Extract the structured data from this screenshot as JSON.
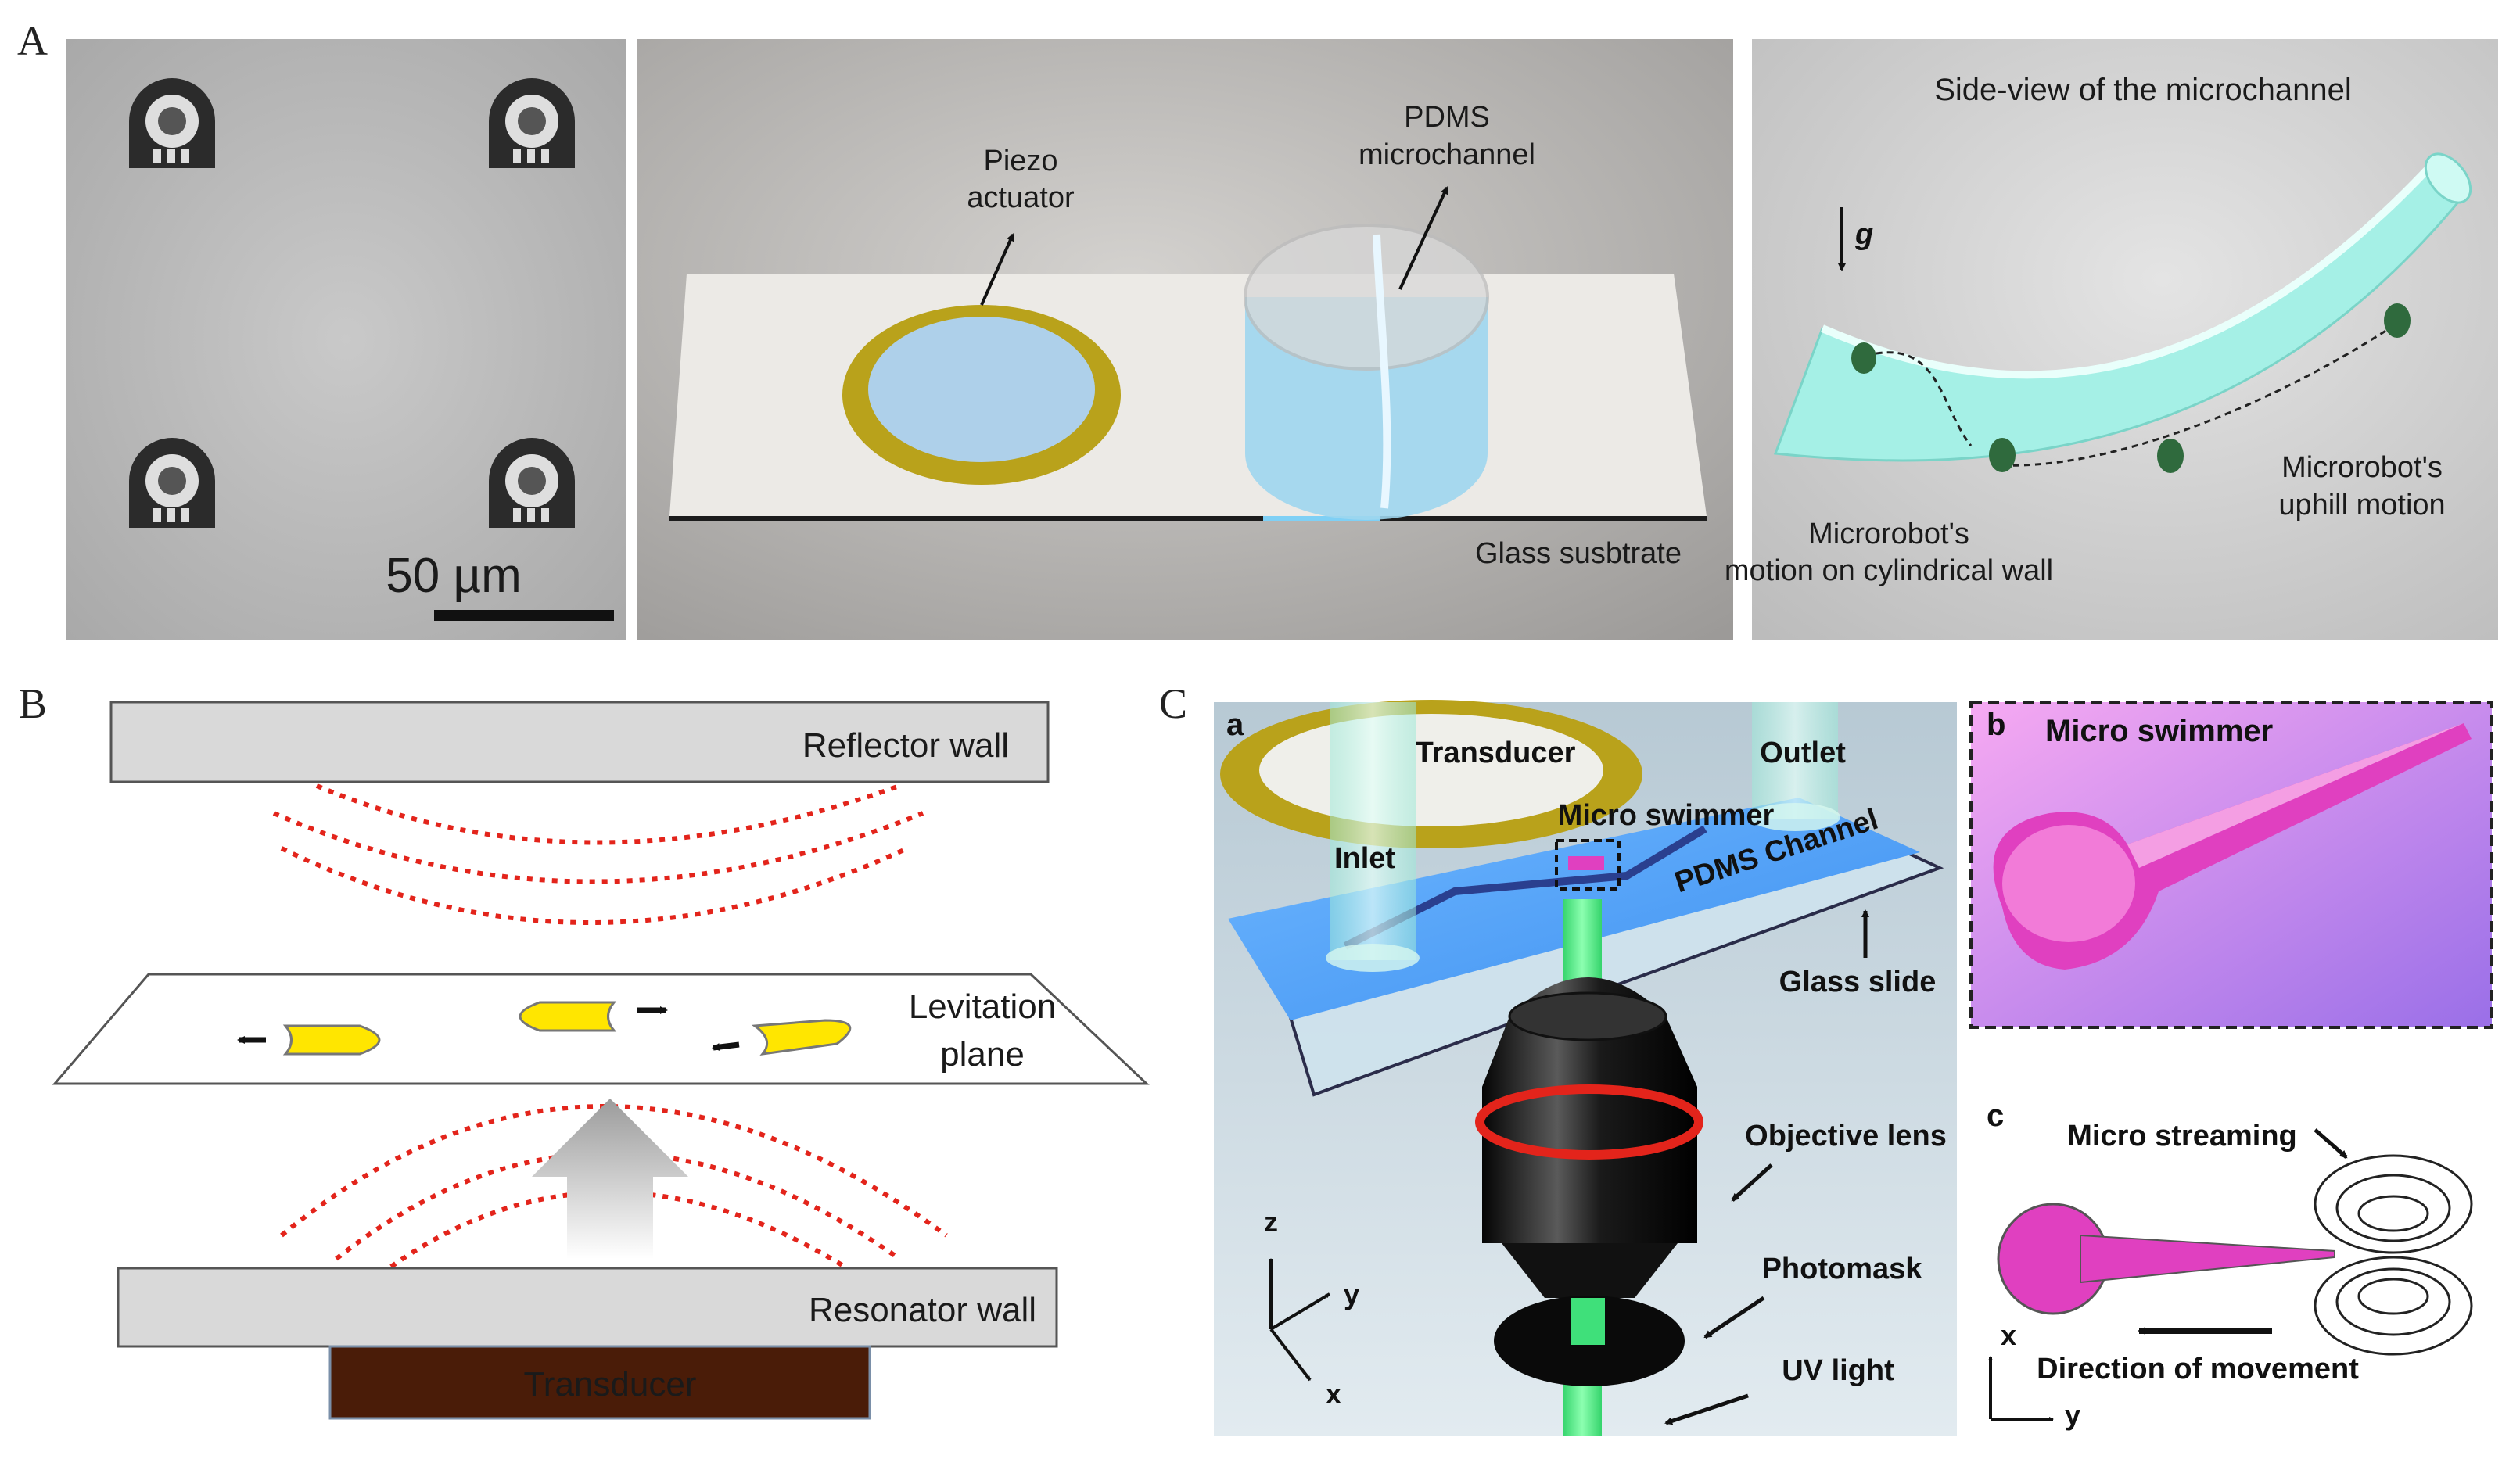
{
  "panel_letters": {
    "a": "A",
    "b": "B",
    "c": "C"
  },
  "panelA": {
    "scale_bar": "50 µm",
    "device": {
      "piezo": [
        "Piezo",
        "actuator"
      ],
      "pdms": [
        "PDMS",
        "microchannel"
      ],
      "glass": "Glass susbtrate"
    },
    "side": {
      "title": "Side-view of the microchannel",
      "gravity": "g",
      "motion_wall": [
        "Microrobot's",
        "motion on cylindrical wall"
      ],
      "motion_uphill": [
        "Microrobot's",
        "uphill motion"
      ]
    }
  },
  "panelB": {
    "reflector": "Reflector wall",
    "levitation": [
      "Levitation",
      "plane"
    ],
    "resonator": "Resonator wall",
    "transducer": "Transducer"
  },
  "panelC": {
    "sub_a": {
      "letter": "a",
      "transducer": "Transducer",
      "outlet": "Outlet",
      "micro_swimmer": "Micro swimmer",
      "inlet": "Inlet",
      "pdms_channel": "PDMS Channel",
      "glass_slide": "Glass slide",
      "objective_lens": "Objective lens",
      "photomask": "Photomask",
      "uv_light": "UV light",
      "axis_z": "z",
      "axis_y": "y",
      "axis_x": "x"
    },
    "sub_b": {
      "letter": "b",
      "micro_swimmer": "Micro swimmer"
    },
    "sub_c": {
      "letter": "c",
      "micro_streaming": "Micro streaming",
      "direction": "Direction of movement",
      "axis_x": "x",
      "axis_y": "y"
    }
  },
  "colors": {
    "accent_red": "#e3241b",
    "swimmer_magenta": "#e040c0",
    "transducer_brown": "#4a1c08",
    "microrobot_yellow": "#ffe600",
    "channel_cyan": "#9ff3ec",
    "uv_green": "#3fe07a"
  }
}
